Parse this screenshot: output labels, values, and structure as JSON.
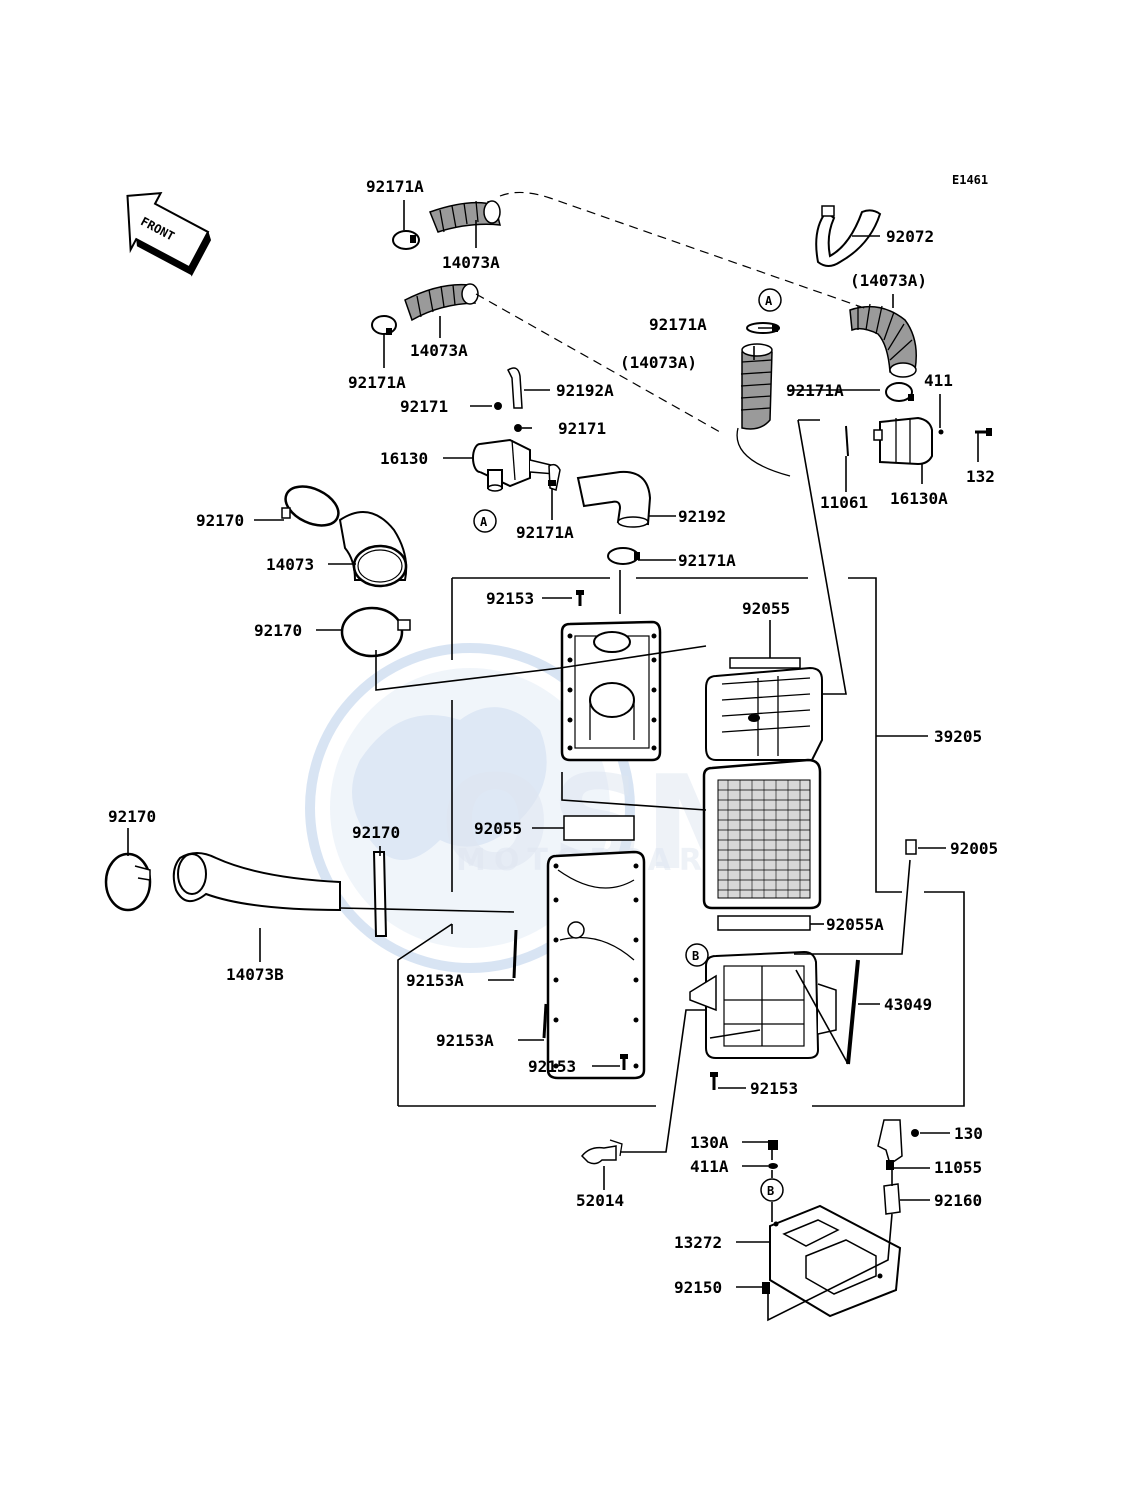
{
  "diagram_code": "E1461",
  "front_label": "FRONT",
  "watermark": {
    "main": "OSM",
    "sub": "MOTORPART",
    "color": "#a9c4e6"
  },
  "callouts": [
    {
      "id": "c1",
      "text": "92171A"
    },
    {
      "id": "c2",
      "text": "14073A"
    },
    {
      "id": "c3",
      "text": "92072"
    },
    {
      "id": "c4",
      "text": "(14073A)"
    },
    {
      "id": "c5",
      "text": "14073A"
    },
    {
      "id": "c6",
      "text": "92171A"
    },
    {
      "id": "c7",
      "text": "92171A"
    },
    {
      "id": "c8",
      "text": "(14073A)"
    },
    {
      "id": "c9",
      "text": "92192A"
    },
    {
      "id": "c10",
      "text": "92171"
    },
    {
      "id": "c11",
      "text": "92171"
    },
    {
      "id": "c12",
      "text": "92171A"
    },
    {
      "id": "c13",
      "text": "411"
    },
    {
      "id": "c14",
      "text": "16130"
    },
    {
      "id": "c15",
      "text": "132"
    },
    {
      "id": "c16",
      "text": "11061"
    },
    {
      "id": "c17",
      "text": "16130A"
    },
    {
      "id": "c18",
      "text": "92170"
    },
    {
      "id": "c19",
      "text": "92171A"
    },
    {
      "id": "c20",
      "text": "92192"
    },
    {
      "id": "c21",
      "text": "14073"
    },
    {
      "id": "c22",
      "text": "92171A"
    },
    {
      "id": "c23",
      "text": "92153"
    },
    {
      "id": "c24",
      "text": "92055"
    },
    {
      "id": "c25",
      "text": "92170"
    },
    {
      "id": "c26",
      "text": "39205"
    },
    {
      "id": "c27",
      "text": "92170"
    },
    {
      "id": "c28",
      "text": "92055"
    },
    {
      "id": "c29",
      "text": "92170"
    },
    {
      "id": "c30",
      "text": "92005"
    },
    {
      "id": "c31",
      "text": "92055A"
    },
    {
      "id": "c32",
      "text": "14073B"
    },
    {
      "id": "c33",
      "text": "92153A"
    },
    {
      "id": "c34",
      "text": "43049"
    },
    {
      "id": "c35",
      "text": "92153A"
    },
    {
      "id": "c36",
      "text": "92153"
    },
    {
      "id": "c37",
      "text": "92153"
    },
    {
      "id": "c38",
      "text": "130A"
    },
    {
      "id": "c39",
      "text": "130"
    },
    {
      "id": "c40",
      "text": "411A"
    },
    {
      "id": "c41",
      "text": "11055"
    },
    {
      "id": "c42",
      "text": "52014"
    },
    {
      "id": "c43",
      "text": "92160"
    },
    {
      "id": "c44",
      "text": "13272"
    },
    {
      "id": "c45",
      "text": "92150"
    }
  ],
  "reference_markers": [
    {
      "id": "m1",
      "text": "A"
    },
    {
      "id": "m2",
      "text": "A"
    },
    {
      "id": "m3",
      "text": "B"
    },
    {
      "id": "m4",
      "text": "B"
    }
  ]
}
